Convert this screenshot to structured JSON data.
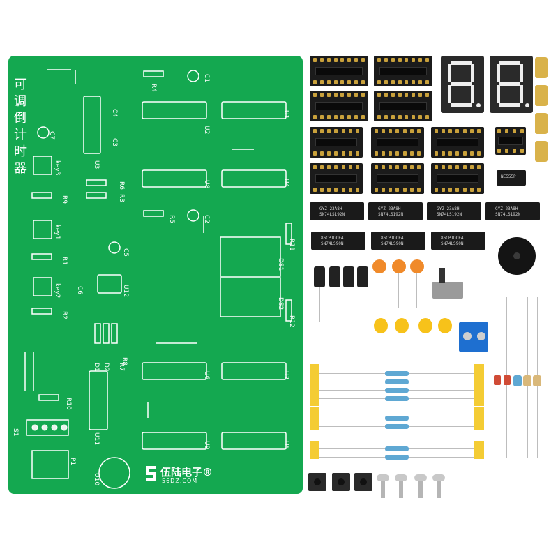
{
  "pcb": {
    "title": "可调倒计时器",
    "brand_cn": "伍陆电子®",
    "brand_en": "56DZ.COM",
    "labels": [
      "R4",
      "C1",
      "C4",
      "C3",
      "U2",
      "U1",
      "U8",
      "U4",
      "U3",
      "C7",
      "key3",
      "R9",
      "R6",
      "R3",
      "R5",
      "C2",
      "key1",
      "R1",
      "C5",
      "R11",
      "DS1",
      "C6",
      "U12",
      "DS2",
      "key2",
      "R2",
      "R12",
      "R8",
      "R7",
      "D2",
      "D1",
      "U6",
      "U7",
      "R10",
      "S1",
      "U11",
      "U9",
      "U5",
      "P1",
      "U10"
    ]
  },
  "chips": {
    "row1": [
      "GYZ 23A8H\nSN74LS192N",
      "GYZ 23A8H\nSN74LS192N",
      "GYZ 23A8H\nSN74LS192N",
      "GYZ 23A8H\nSN74LS192N"
    ],
    "row2": [
      "86CPTDCE4\nSN74LS90N",
      "86CPTDCE4\nSN74LS90N",
      "86CPTDCE4\nSN74LS90N"
    ],
    "small": "NE555P"
  },
  "colors": {
    "pcb": "#14a850",
    "silk": "#ffffff",
    "socket": "#1b1b1b",
    "pin": "#c9a13b",
    "ceramic": "#f08a2a",
    "tantalum": "#f7c21a",
    "terminal": "#1e6fd0",
    "resistor_tape": "#f4cc34"
  }
}
